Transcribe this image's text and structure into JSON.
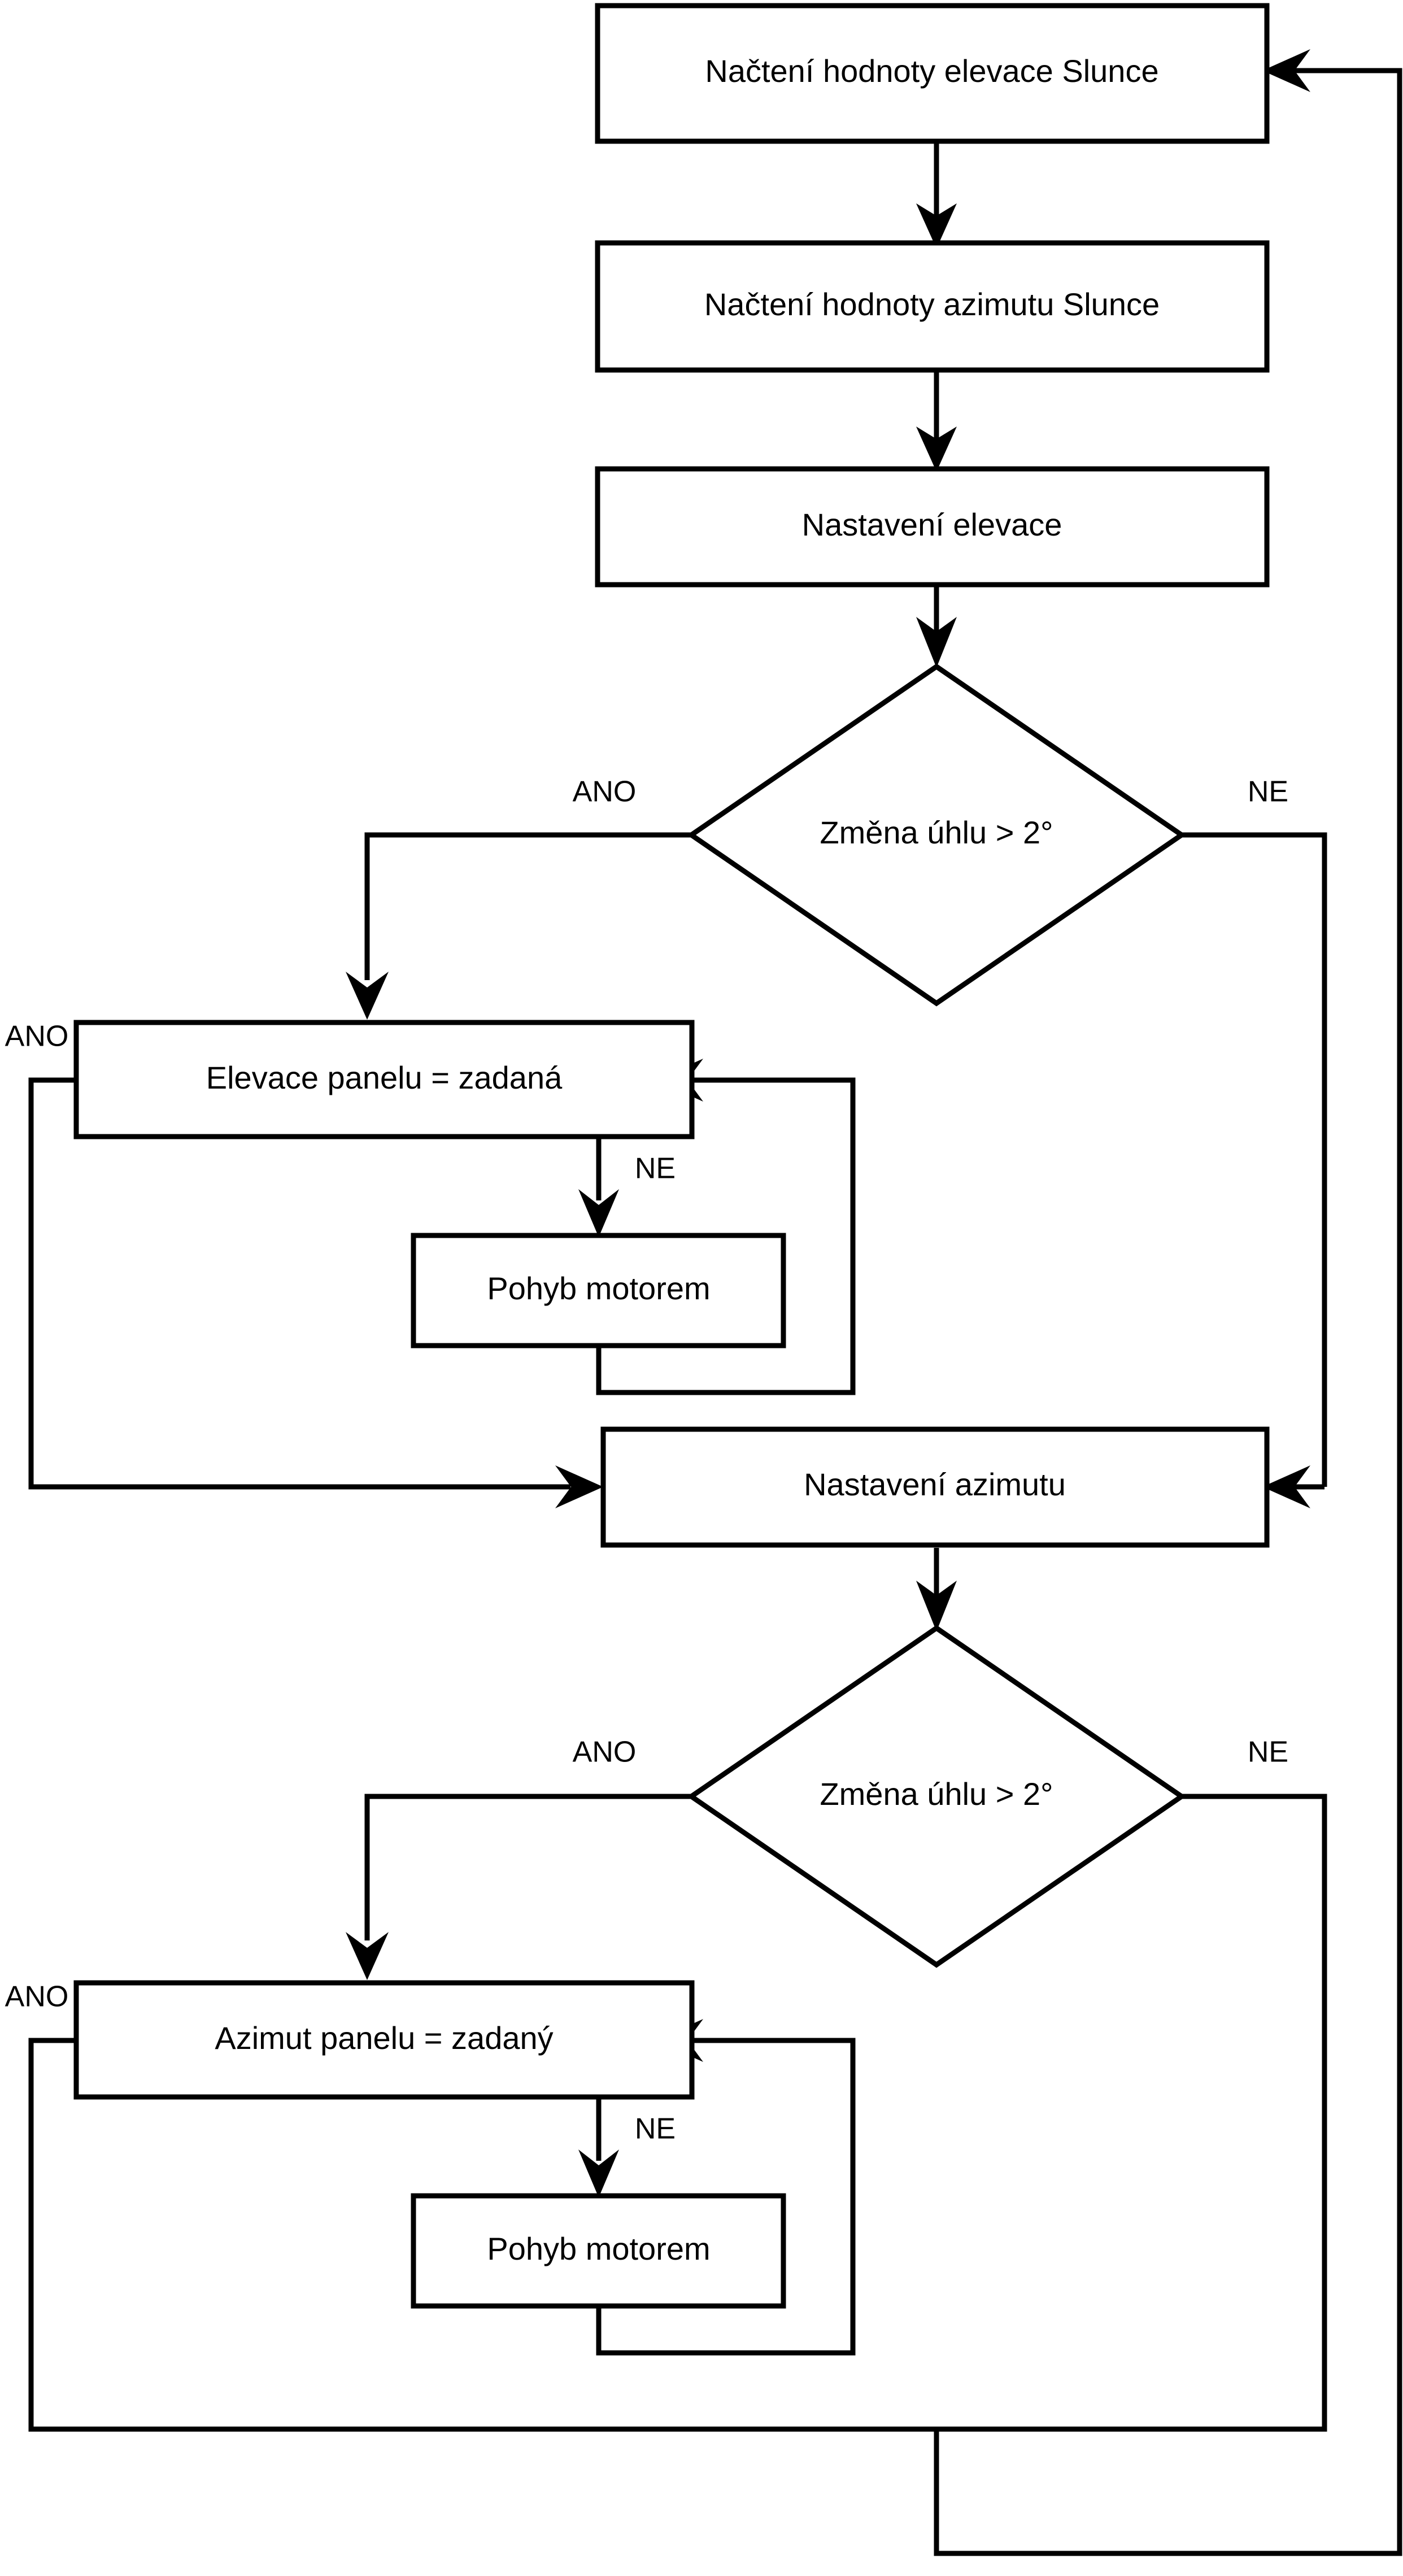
{
  "diagram": {
    "type": "flowchart",
    "language": "cs",
    "orientation": "vertical",
    "background_color": "#ffffff",
    "line_color": "#000000",
    "fill_color": "#ffffff",
    "nodes": [
      {
        "id": "read_elevation",
        "shape": "process",
        "label": "Načtení hodnoty elevace Slunce"
      },
      {
        "id": "read_azimuth",
        "shape": "process",
        "label": "Načtení hodnoty azimutu Slunce"
      },
      {
        "id": "set_elevation",
        "shape": "process",
        "label": "Nastavení elevace"
      },
      {
        "id": "decide_elev",
        "shape": "decision",
        "label": "Změna úhlu > 2°"
      },
      {
        "id": "panel_elev_eq",
        "shape": "process",
        "label": "Elevace panelu = zadaná"
      },
      {
        "id": "motor_elev",
        "shape": "process",
        "label": "Pohyb motorem"
      },
      {
        "id": "set_azimuth",
        "shape": "process",
        "label": "Nastavení azimutu"
      },
      {
        "id": "decide_azim",
        "shape": "decision",
        "label": "Změna úhlu > 2°"
      },
      {
        "id": "panel_azim_eq",
        "shape": "process",
        "label": "Azimut panelu = zadaný"
      },
      {
        "id": "motor_azim",
        "shape": "process",
        "label": "Pohyb motorem"
      }
    ],
    "edge_labels": {
      "decide_elev_yes": "ANO",
      "decide_elev_no": "NE",
      "panel_elev_yes": "ANO",
      "panel_elev_no": "NE",
      "decide_azim_yes": "ANO",
      "decide_azim_no": "NE",
      "panel_azim_yes": "ANO",
      "panel_azim_no": "NE"
    },
    "edges": [
      {
        "from": "read_elevation",
        "to": "read_azimuth",
        "label": ""
      },
      {
        "from": "read_azimuth",
        "to": "set_elevation",
        "label": ""
      },
      {
        "from": "set_elevation",
        "to": "decide_elev",
        "label": ""
      },
      {
        "from": "decide_elev",
        "to": "panel_elev_eq",
        "label": "ANO"
      },
      {
        "from": "decide_elev",
        "to": "set_azimuth",
        "label": "NE"
      },
      {
        "from": "panel_elev_eq",
        "to": "set_azimuth",
        "label": "ANO"
      },
      {
        "from": "panel_elev_eq",
        "to": "motor_elev",
        "label": "NE"
      },
      {
        "from": "motor_elev",
        "to": "panel_elev_eq",
        "label": ""
      },
      {
        "from": "set_azimuth",
        "to": "decide_azim",
        "label": ""
      },
      {
        "from": "decide_azim",
        "to": "panel_azim_eq",
        "label": "ANO"
      },
      {
        "from": "decide_azim",
        "to": "read_elevation",
        "label": "NE"
      },
      {
        "from": "panel_azim_eq",
        "to": "read_elevation",
        "label": "ANO"
      },
      {
        "from": "panel_azim_eq",
        "to": "motor_azim",
        "label": "NE"
      },
      {
        "from": "motor_azim",
        "to": "panel_azim_eq",
        "label": ""
      }
    ]
  }
}
